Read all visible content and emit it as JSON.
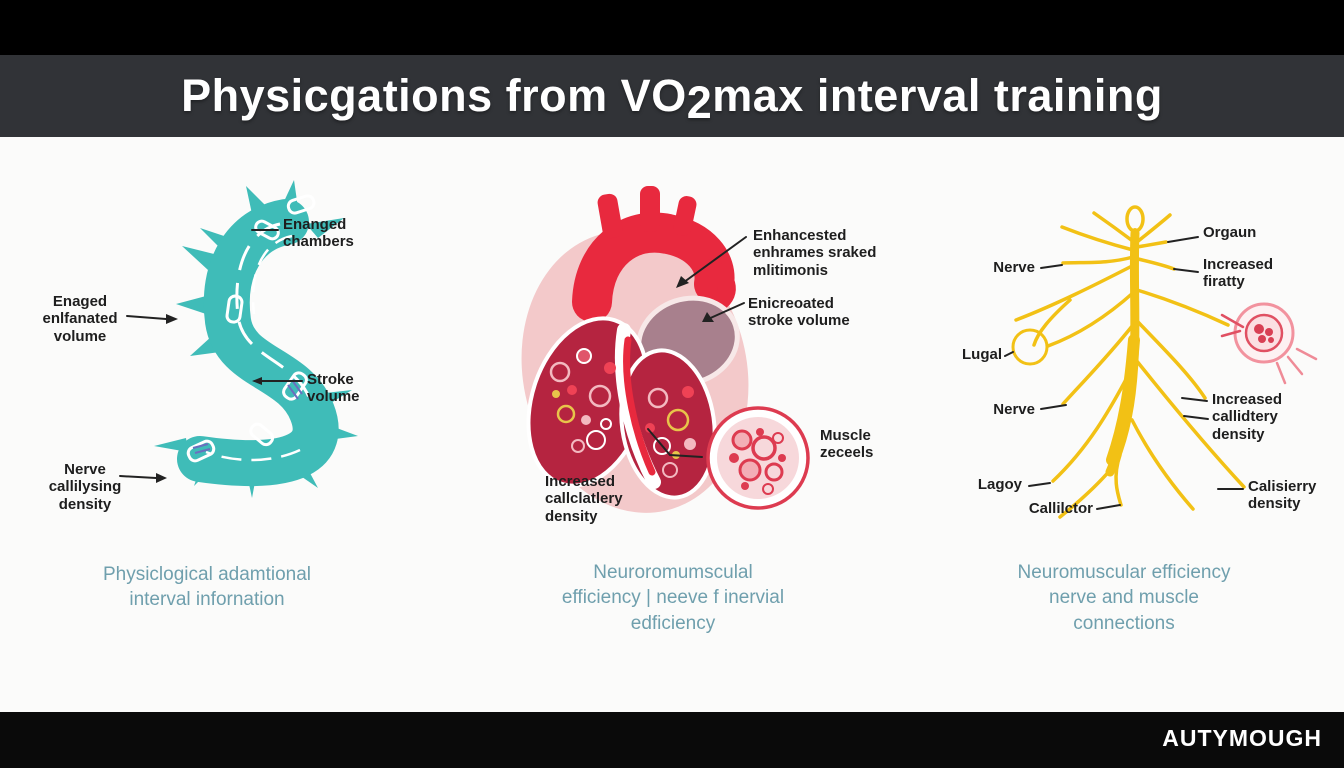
{
  "header": {
    "title_pre": "Physicgations from VO",
    "title_sub": "2",
    "title_post": "max interval training"
  },
  "footer": {
    "brand": "AUTYMOUGH"
  },
  "left_panel": {
    "labels": {
      "chambers": "Enanged\nchambers",
      "volume": "Enaged\nenlfanated\nvolume",
      "stroke": "Stroke\nvolume",
      "nerve_density": "Nerve\ncallilysing\ndensity"
    },
    "caption": "Physiclogical adamtional\ninterval infornation"
  },
  "middle_panel": {
    "labels": {
      "mitochondria": "Enhancested\nenhrames sraked\nmlitimonis",
      "stroke_volume": "Enicreoated\nstroke volume",
      "muscle_cells": "Muscle\nzeceels",
      "capillary_density": "Increased\ncallclatlery\ndensity"
    },
    "caption": "Neuroromumsculal\nefficiency | neeve f inervial\nedficiency"
  },
  "right_panel": {
    "labels": {
      "nerve_top": "Nerve",
      "organ": "Orgaun",
      "increased_firing": "Increased\nfiratty",
      "lugal": "Lugal",
      "nerve_mid": "Nerve",
      "capillary_density": "Increased\ncallidtery\ndensity",
      "lagoy": "Lagoy",
      "collector": "Callilctor",
      "capillary_density_2": "Calisierry\ndensity"
    },
    "caption": "Neuromuscular efficiency\nnerve and muscle\nconnections"
  },
  "colors": {
    "capillary_teal": "#3fbcb8",
    "heart_red": "#e8293e",
    "heart_pink": "#f3c9ca",
    "ventricle_dark": "#b52440",
    "atrium_mauve": "#a8808d",
    "nerve_yellow": "#f2c115",
    "caption_teal": "#6f9fad",
    "header_bg": "#313337",
    "footer_bg": "#0a0a0a"
  }
}
